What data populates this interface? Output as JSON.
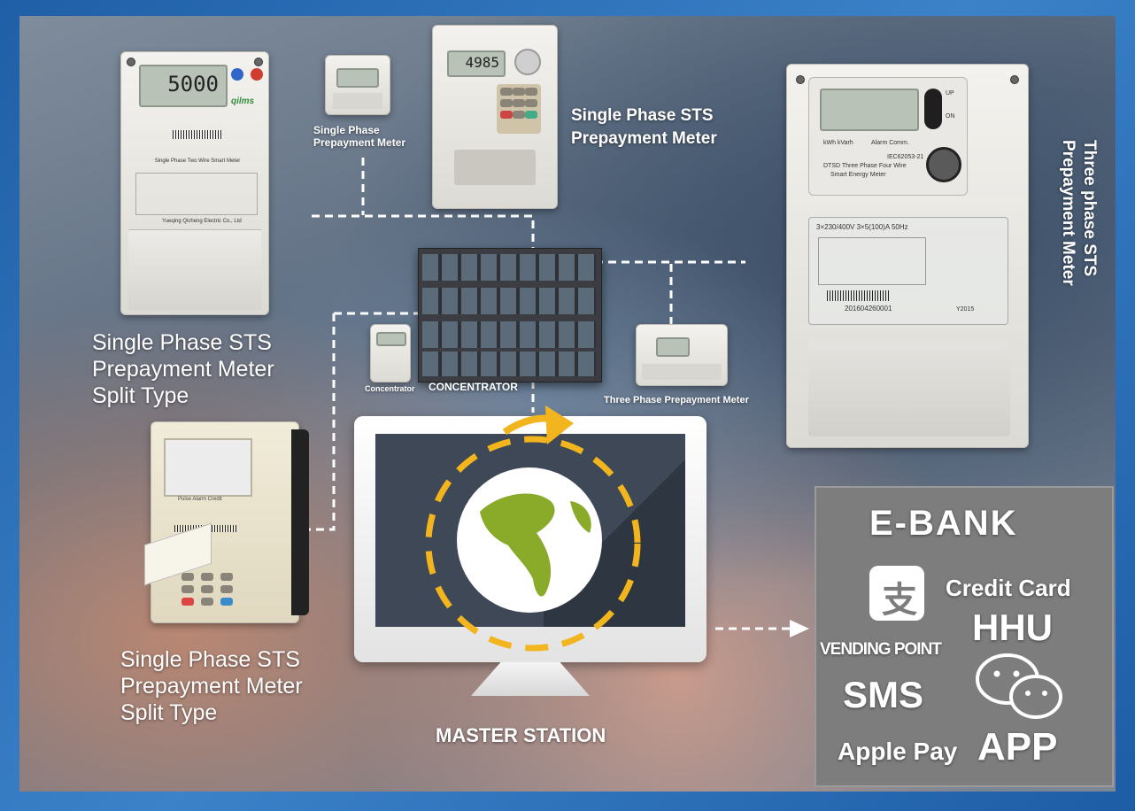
{
  "meters": {
    "top_left_label": [
      "Single Phase STS",
      "Prepayment Meter",
      "Split Type"
    ],
    "small_top": [
      "Single Phase",
      "Prepayment Meter"
    ],
    "top_center": [
      "Single Phase STS",
      "Prepayment Meter"
    ],
    "three_phase_right": [
      "Three phase STS",
      "Prepayment Meter"
    ],
    "bottom_left_label": [
      "Single Phase STS",
      "Prepayment Meter",
      "Split Type"
    ],
    "three_phase_small": "Three Phase Prepayment Meter"
  },
  "concentrator": {
    "small_label": "Concentrator",
    "main_label": "CONCENTRATOR"
  },
  "master_station": {
    "label": "MASTER STATION"
  },
  "device_text": {
    "lcd_top_left": "5000",
    "brand_top_left": "qilms",
    "meter_top_left_title": "Single Phase Two Wire Smart Meter",
    "meter_top_left_company": "Yueqing Qicheng Electric Co., Ltd",
    "lcd_top_center": "4985",
    "three_phase_lcd_labels": [
      "kWh kVarh",
      "Alarm Comm."
    ],
    "three_phase_title": "DTSD Three Phase Four Wire",
    "three_phase_subtitle": "Smart Energy Meter",
    "three_phase_rating": "3×230/400V 3×5(100)A 50Hz",
    "three_phase_serial": "201604260001",
    "three_phase_standard": "IEC62053-21",
    "three_phase_year": "Y2015",
    "split_meter_leds": "Pulse  Alarm  Credit",
    "up_label": "UP",
    "on_label": "ON"
  },
  "payment": {
    "title": "E-BANK",
    "items": [
      "Credit Card",
      "HHU",
      "VENDING POINT",
      "SMS",
      "Apple Pay",
      "APP"
    ],
    "icons": [
      "alipay-icon",
      "wechat-icon"
    ]
  },
  "colors": {
    "accent_yellow": "#f2b51e",
    "globe_green": "#8aab2a",
    "payment_panel": "#7d7d7d",
    "frame_blue": "#2a6fb8",
    "monitor_screen": "#3e4857"
  }
}
